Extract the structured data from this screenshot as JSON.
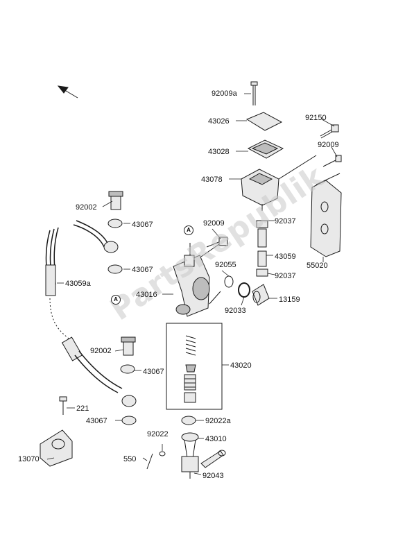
{
  "watermark": "PartsRepublik",
  "ref_marks": [
    "A",
    "A"
  ],
  "parts": [
    "92009a",
    "43026",
    "92150",
    "43028",
    "92009",
    "43078",
    "92002",
    "43067",
    "92009",
    "92037",
    "43067",
    "43059a",
    "92055",
    "43059",
    "43016",
    "92037",
    "13159",
    "92033",
    "55020",
    "92002",
    "43020",
    "43067",
    "221",
    "43067",
    "92022a",
    "92022",
    "43010",
    "550",
    "13070",
    "92043"
  ],
  "colors": {
    "line": "#1a1a1a",
    "fill_light": "#e9e9e9",
    "fill_dark": "#bdbdbd",
    "watermark": "#c8c8c8"
  }
}
